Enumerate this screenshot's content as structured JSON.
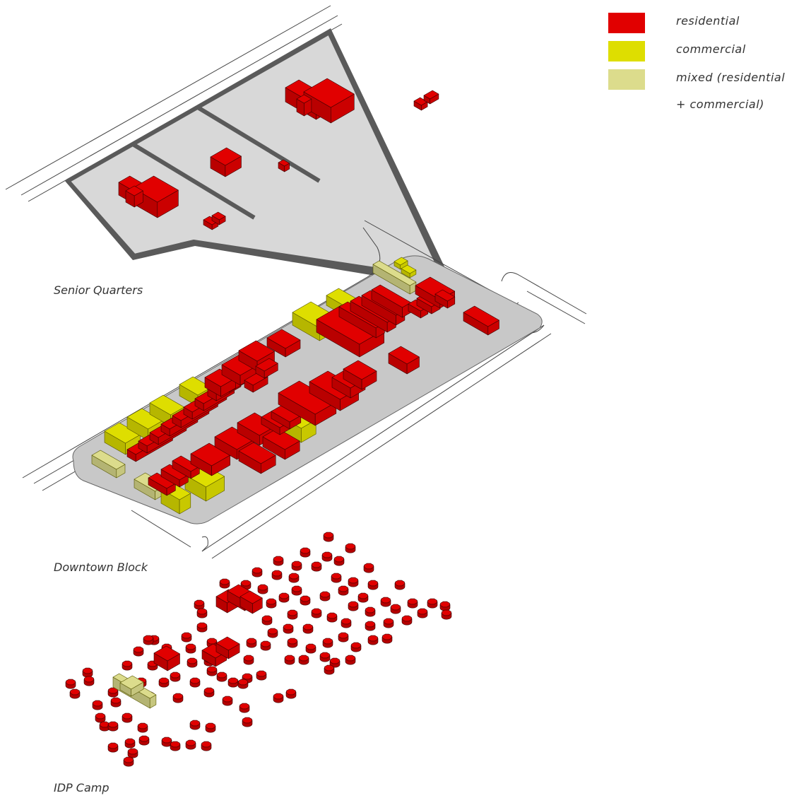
{
  "colors": {
    "residential": "#e10000",
    "commercial": "#dede00",
    "mixed": "#dcdc8c",
    "ground": "#d8d8d8",
    "wall": "#5a5a5a",
    "road_line": "#444444"
  },
  "legend": {
    "items": [
      {
        "key": "residential",
        "label": "residential",
        "label_cont": ""
      },
      {
        "key": "commercial",
        "label": "commercial",
        "label_cont": ""
      },
      {
        "key": "mixed",
        "label": "mixed (residential",
        "label_cont": "+ commercial)"
      }
    ]
  },
  "sections": {
    "senior_quarters": {
      "caption": "Senior Quarters"
    },
    "downtown_block": {
      "caption": "Downtown Block"
    },
    "idp_camp": {
      "caption": "IDP Camp"
    }
  }
}
